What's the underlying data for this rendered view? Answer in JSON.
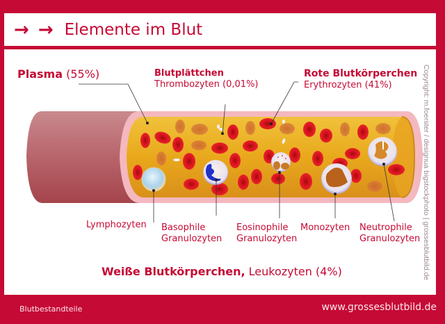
{
  "header": {
    "arrows": "→ →",
    "title": "Elemente im Blut"
  },
  "labels": {
    "plasma": {
      "name": "Plasma",
      "value": "(55%)"
    },
    "platelets": {
      "name": "Blutplättchen",
      "detail": "Thrombozyten (0,01%)"
    },
    "red_cells": {
      "name": "Rote Blutkörperchen",
      "detail": "Erythrozyten (41%)"
    },
    "white_cells": [
      {
        "line1": "Lymphozyten",
        "line2": ""
      },
      {
        "line1": "Basophile",
        "line2": "Granulozyten"
      },
      {
        "line1": "Eosinophile",
        "line2": "Granulozyten"
      },
      {
        "line1": "Monozyten",
        "line2": ""
      },
      {
        "line1": "Neutrophile",
        "line2": "Granulozyten"
      }
    ],
    "leukocytes": {
      "name": "Weiße Blutkörperchen,",
      "detail": "Leukozyten (4%)"
    }
  },
  "copyright": "Copyright: m.foerster / designua  bigstockphoto | grossesblutbild.de",
  "footer": {
    "left": "Blutbestandteile",
    "right": "www.grossesblutbild.de"
  },
  "colors": {
    "brand_red": "#c50a35",
    "plasma_yellow": "#e9a81c",
    "vessel_wall": "#b55a62",
    "vessel_lining": "#f4b8bf",
    "erythrocyte": "#d3121b"
  }
}
